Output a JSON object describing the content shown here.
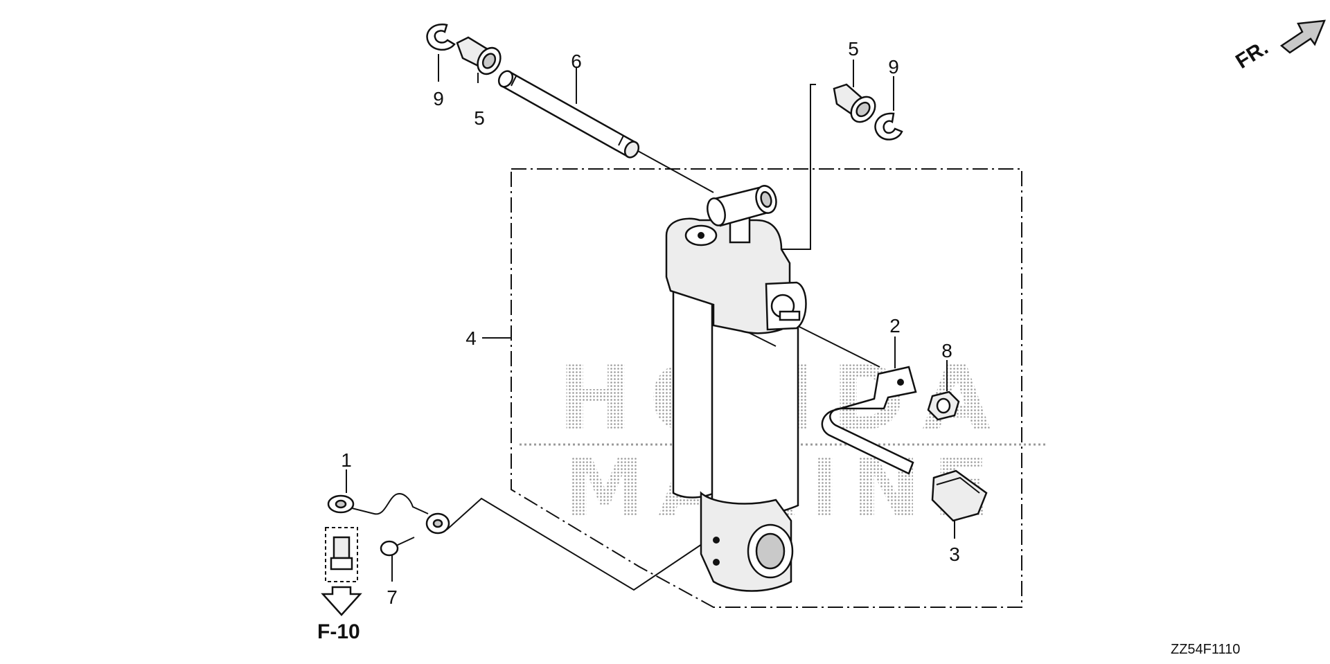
{
  "diagram": {
    "callouts": {
      "part_1": "1",
      "part_2": "2",
      "part_3": "3",
      "part_4": "4",
      "part_5_left": "5",
      "part_5_right": "5",
      "part_6": "6",
      "part_7": "7",
      "part_8": "8",
      "part_9_left": "9",
      "part_9_right": "9"
    },
    "front_indicator": "FR.",
    "reference": "F-10",
    "drawing_code": "ZZ54F1110",
    "watermark": {
      "line1": "HONDA",
      "line2": "MARINE"
    }
  }
}
